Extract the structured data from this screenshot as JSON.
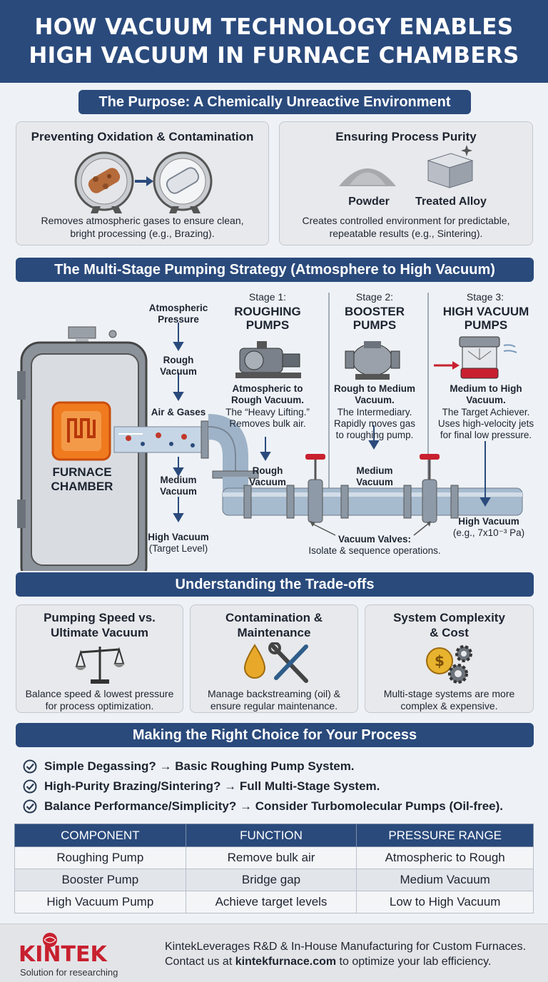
{
  "header": {
    "title_line1": "HOW VACUUM TECHNOLOGY ENABLES",
    "title_line2": "HIGH VACUUM IN FURNACE CHAMBERS"
  },
  "purpose": {
    "title": "The Purpose: A Chemically Unreactive Environment",
    "card1": {
      "title": "Preventing Oxidation & Contamination",
      "desc_line1": "Removes atmospheric gases to ensure clean,",
      "desc_line2": "bright processing (e.g., Brazing)."
    },
    "card2": {
      "title": "Ensuring Process Purity",
      "label_powder": "Powder",
      "label_alloy": "Treated Alloy",
      "desc_line1": "Creates controlled environment for predictable,",
      "desc_line2": "repeatable results (e.g., Sintering)."
    }
  },
  "strategy": {
    "title": "The Multi-Stage Pumping Strategy (Atmosphere to High Vacuum)",
    "chamber_label_line1": "FURNACE",
    "chamber_label_line2": "CHAMBER",
    "flow": {
      "atmospheric_line1": "Atmospheric",
      "atmospheric_line2": "Pressure",
      "rough_line1": "Rough",
      "rough_line2": "Vacuum",
      "air_gases": "Air & Gases",
      "medium_line1": "Medium",
      "medium_line2": "Vacuum",
      "high_line1": "High Vacuum",
      "high_line2": "(Target Level)"
    },
    "stages": [
      {
        "num": "Stage 1:",
        "name_line1": "ROUGHING",
        "name_line2": "PUMPS",
        "bold_line1": "Atmospheric to",
        "bold_line2": "Rough Vacuum.",
        "desc_line1": "The “Heavy Lifting.”",
        "desc_line2": "Removes bulk air.",
        "desc_line3": "",
        "arrow_label_line1": "Rough",
        "arrow_label_line2": "Vacuum"
      },
      {
        "num": "Stage 2:",
        "name_line1": "BOOSTER",
        "name_line2": "PUMPS",
        "bold_line1": "Rough to Medium",
        "bold_line2": "Vacuum.",
        "desc_line1": "The Intermediary.",
        "desc_line2": "Rapidly moves gas",
        "desc_line3": "to roughing pump.",
        "arrow_label_line1": "Medium",
        "arrow_label_line2": "Vacuum"
      },
      {
        "num": "Stage 3:",
        "name_line1": "HIGH VACUUM",
        "name_line2": "PUMPS",
        "bold_line1": "Medium to High",
        "bold_line2": "Vacuum.",
        "desc_line1": "The Target Achiever.",
        "desc_line2": "Uses high-velocity jets",
        "desc_line3": "for final low pressure.",
        "arrow_label_line1": "",
        "arrow_label_line2": ""
      }
    ],
    "high_vacuum_label_line1": "High Vacuum",
    "high_vacuum_label_line2": "(e.g., 7x10⁻³ Pa)",
    "valves_label_line1": "Vacuum Valves:",
    "valves_label_line2": "Isolate & sequence operations."
  },
  "tradeoffs": {
    "title": "Understanding the Trade-offs",
    "cards": [
      {
        "title_line1": "Pumping Speed vs.",
        "title_line2": "Ultimate Vacuum",
        "icon": "balance-scale-icon",
        "desc_line1": "Balance speed & lowest pressure",
        "desc_line2": "for process optimization."
      },
      {
        "title_line1": "Contamination &",
        "title_line2": "Maintenance",
        "icon": "oil-wrench-icon",
        "desc_line1": "Manage backstreaming (oil) &",
        "desc_line2": "ensure regular maintenance."
      },
      {
        "title_line1": "System Complexity",
        "title_line2": "& Cost",
        "icon": "coin-gears-icon",
        "desc_line1": "Multi-stage systems are more",
        "desc_line2": "complex & expensive."
      }
    ]
  },
  "choice": {
    "title": "Making the Right Choice for Your Process",
    "items": [
      "Simple Degassing? → Basic Roughing Pump System.",
      "High-Purity Brazing/Sintering? → Full Multi-Stage System.",
      "Balance Performance/Simplicity? → Consider Turbomolecular Pumps (Oil-free)."
    ]
  },
  "table": {
    "headers": [
      "COMPONENT",
      "FUNCTION",
      "PRESSURE RANGE"
    ],
    "rows": [
      [
        "Roughing Pump",
        "Remove bulk air",
        "Atmospheric to Rough"
      ],
      [
        "Booster Pump",
        "Bridge gap",
        "Medium Vacuum"
      ],
      [
        "High Vacuum Pump",
        "Achieve target levels",
        "Low to High Vacuum"
      ]
    ]
  },
  "footer": {
    "logo": "KINTEK",
    "tagline": "Solution for researching",
    "line1": "KintekLeverages R&D & In-House Manufacturing for Custom Furnaces.",
    "line2_pre": "Contact us at ",
    "line2_link": "kintekfurnace.com",
    "line2_post": " to optimize your lab efficiency."
  },
  "colors": {
    "navy": "#2a4a7c",
    "accent_red": "#c8202f",
    "pipe": "#9fb3c8"
  }
}
